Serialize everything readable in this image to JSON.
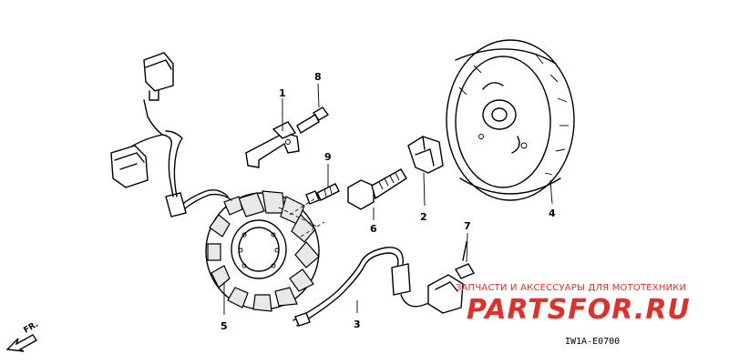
{
  "callouts": {
    "c1": "1",
    "c2": "2",
    "c3": "3",
    "c4": "4",
    "c5": "5",
    "c6": "6",
    "c7": "7",
    "c8": "8",
    "c9": "9"
  },
  "direction_label": "FR.",
  "diagram_code": "IW1A-E0700",
  "watermark": {
    "tagline": "ЗАПЧАСТИ И АКСЕССУАРЫ ДЛЯ МОТОТЕХНИКИ",
    "brand": "PARTSFOR.RU",
    "color": "#e0302a"
  }
}
